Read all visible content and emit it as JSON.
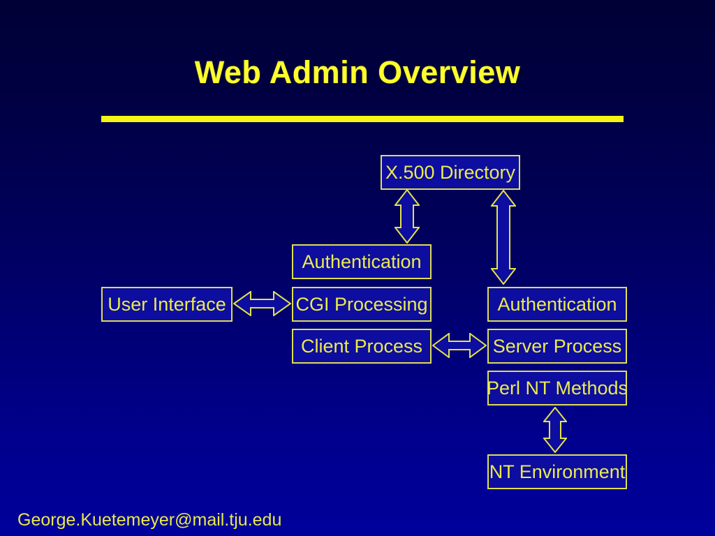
{
  "slide": {
    "title": "Web Admin Overview",
    "footer": "George.Kuetemeyer@mail.tju.edu"
  },
  "colors": {
    "background_top": "#000036",
    "background_bottom": "#00009c",
    "title_yellow": "#ffff2e",
    "rule_yellow": "#f5f513",
    "box_fill": "#0d0d9f",
    "box_border": "#dede55",
    "box_text": "#ebeb4e",
    "footer_text": "#e9e94a"
  },
  "diagram": {
    "nodes": {
      "x500": {
        "label": "X.500 Directory"
      },
      "auth_mid": {
        "label": "Authentication"
      },
      "user_interface": {
        "label": "User Interface"
      },
      "cgi": {
        "label": "CGI Processing"
      },
      "auth_right": {
        "label": "Authentication"
      },
      "client": {
        "label": "Client Process"
      },
      "server": {
        "label": "Server Process"
      },
      "perl": {
        "label": "Perl NT Methods"
      },
      "nt_env": {
        "label": "NT Environment"
      }
    },
    "connectors": [
      {
        "from": "X.500 Directory",
        "to": "Authentication (client side)",
        "direction": "bidirectional"
      },
      {
        "from": "X.500 Directory",
        "to": "Authentication (server side)",
        "direction": "bidirectional"
      },
      {
        "from": "User Interface",
        "to": "CGI Processing",
        "direction": "bidirectional"
      },
      {
        "from": "Client Process",
        "to": "Server Process",
        "direction": "bidirectional"
      },
      {
        "from": "Perl NT Methods",
        "to": "NT Environment",
        "direction": "bidirectional"
      }
    ]
  }
}
